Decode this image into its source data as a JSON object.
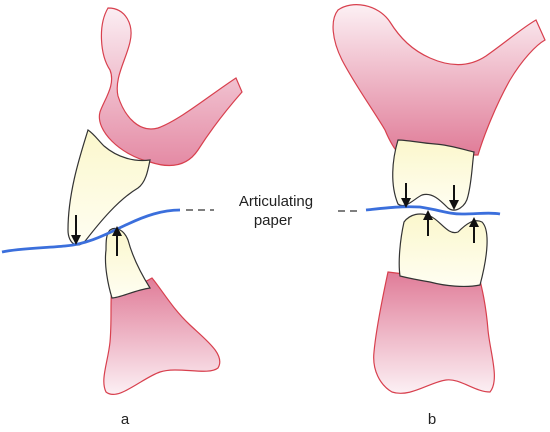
{
  "labels": {
    "paper_line1": "Articulating",
    "paper_line2": "paper",
    "panel_a": "a",
    "panel_b": "b"
  },
  "colors": {
    "gum": "#e8a0b4",
    "gum_outline": "#d8404e",
    "tooth": "#fbf7cc",
    "paper": "#3b6fdc",
    "arrow": "#111111"
  }
}
